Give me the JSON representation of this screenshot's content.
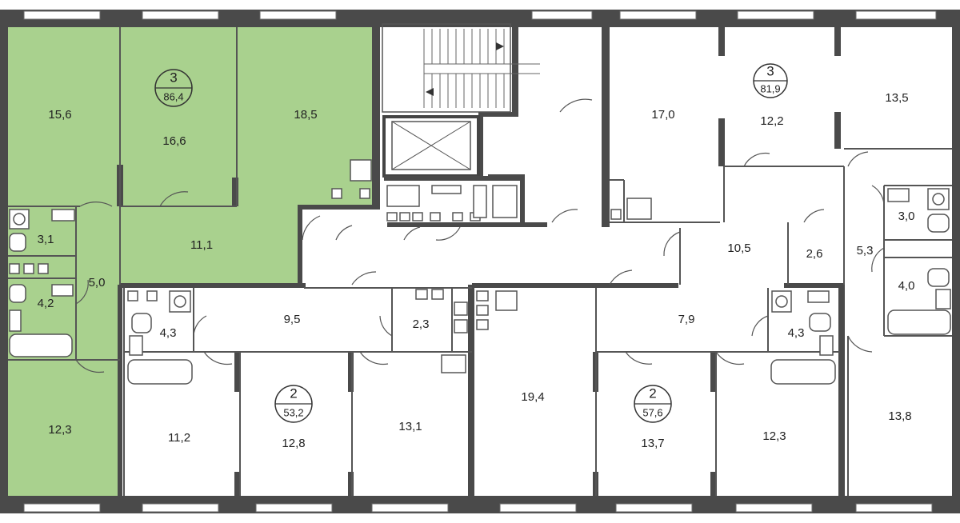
{
  "colors": {
    "selected_apartment": "#a9d18e",
    "wall": "#4a4a4a",
    "background": "#ffffff"
  },
  "apartments": [
    {
      "id": "apt-3-86",
      "rooms": "3",
      "area": "86,4",
      "selected": true
    },
    {
      "id": "apt-3-81",
      "rooms": "3",
      "area": "81,9",
      "selected": false
    },
    {
      "id": "apt-2-53",
      "rooms": "2",
      "area": "53,2",
      "selected": false
    },
    {
      "id": "apt-2-57",
      "rooms": "2",
      "area": "57,6",
      "selected": false
    }
  ],
  "rooms": {
    "r15_6": "15,6",
    "r16_6": "16,6",
    "r18_5": "18,5",
    "r3_1": "3,1",
    "r11_1": "11,1",
    "r5_0": "5,0",
    "r4_2": "4,2",
    "r12_3a": "12,3",
    "r17_0": "17,0",
    "r12_2": "12,2",
    "r13_5": "13,5",
    "r10_5": "10,5",
    "r2_6": "2,6",
    "r3_0": "3,0",
    "r5_3": "5,3",
    "r4_0": "4,0",
    "r4_3a": "4,3",
    "r9_5": "9,5",
    "r2_3": "2,3",
    "r7_9": "7,9",
    "r4_3b": "4,3",
    "r11_2": "11,2",
    "r12_8": "12,8",
    "r13_1": "13,1",
    "r19_4": "19,4",
    "r13_7": "13,7",
    "r12_3b": "12,3",
    "r13_8": "13,8"
  }
}
